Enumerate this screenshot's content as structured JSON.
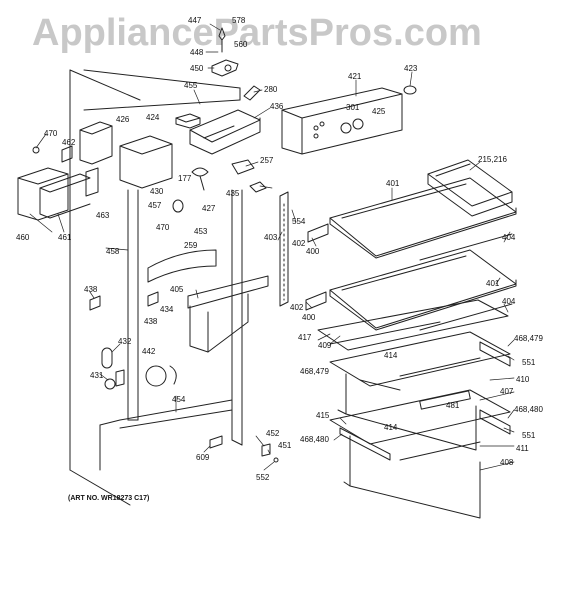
{
  "watermark": "AppliancePartsPros.com",
  "art_number": "(ART NO. WR18273 C17)",
  "callouts": [
    {
      "id": "c447",
      "text": "447"
    },
    {
      "id": "c578",
      "text": "578"
    },
    {
      "id": "c448",
      "text": "448"
    },
    {
      "id": "c560",
      "text": "560"
    },
    {
      "id": "c450",
      "text": "450"
    },
    {
      "id": "c455",
      "text": "455"
    },
    {
      "id": "c280",
      "text": "280"
    },
    {
      "id": "c421",
      "text": "421"
    },
    {
      "id": "c423",
      "text": "423"
    },
    {
      "id": "c436",
      "text": "436"
    },
    {
      "id": "c301",
      "text": "301"
    },
    {
      "id": "c425",
      "text": "425"
    },
    {
      "id": "c424",
      "text": "424"
    },
    {
      "id": "c426",
      "text": "426"
    },
    {
      "id": "c470a",
      "text": "470"
    },
    {
      "id": "c462",
      "text": "462"
    },
    {
      "id": "c257",
      "text": "257"
    },
    {
      "id": "c215216",
      "text": "215,216"
    },
    {
      "id": "c177",
      "text": "177"
    },
    {
      "id": "c430",
      "text": "430"
    },
    {
      "id": "c401a",
      "text": "401"
    },
    {
      "id": "c435",
      "text": "435"
    },
    {
      "id": "c457",
      "text": "457"
    },
    {
      "id": "c427",
      "text": "427"
    },
    {
      "id": "c463",
      "text": "463"
    },
    {
      "id": "c554",
      "text": "554"
    },
    {
      "id": "c460",
      "text": "460"
    },
    {
      "id": "c461",
      "text": "461"
    },
    {
      "id": "c470b",
      "text": "470"
    },
    {
      "id": "c453",
      "text": "453"
    },
    {
      "id": "c403",
      "text": "403"
    },
    {
      "id": "c402a",
      "text": "402"
    },
    {
      "id": "c404a",
      "text": "404"
    },
    {
      "id": "c400a",
      "text": "400"
    },
    {
      "id": "c458",
      "text": "458"
    },
    {
      "id": "c259",
      "text": "259"
    },
    {
      "id": "c401b",
      "text": "401"
    },
    {
      "id": "c438a",
      "text": "438"
    },
    {
      "id": "c405",
      "text": "405"
    },
    {
      "id": "c404b",
      "text": "404"
    },
    {
      "id": "c402b",
      "text": "402"
    },
    {
      "id": "c434",
      "text": "434"
    },
    {
      "id": "c438b",
      "text": "438"
    },
    {
      "id": "c400b",
      "text": "400"
    },
    {
      "id": "c468479a",
      "text": "468,479"
    },
    {
      "id": "c417",
      "text": "417"
    },
    {
      "id": "c409",
      "text": "409"
    },
    {
      "id": "c432",
      "text": "432"
    },
    {
      "id": "c442",
      "text": "442"
    },
    {
      "id": "c414a",
      "text": "414"
    },
    {
      "id": "c551a",
      "text": "551"
    },
    {
      "id": "c468479b",
      "text": "468,479"
    },
    {
      "id": "c431",
      "text": "431"
    },
    {
      "id": "c410",
      "text": "410"
    },
    {
      "id": "c407",
      "text": "407"
    },
    {
      "id": "c454",
      "text": "454"
    },
    {
      "id": "c481",
      "text": "481"
    },
    {
      "id": "c468480a",
      "text": "468,480"
    },
    {
      "id": "c415",
      "text": "415"
    },
    {
      "id": "c414b",
      "text": "414"
    },
    {
      "id": "c452",
      "text": "452"
    },
    {
      "id": "c551b",
      "text": "551"
    },
    {
      "id": "c451",
      "text": "451"
    },
    {
      "id": "c468480b",
      "text": "468,480"
    },
    {
      "id": "c411",
      "text": "411"
    },
    {
      "id": "c609",
      "text": "609"
    },
    {
      "id": "c408",
      "text": "408"
    },
    {
      "id": "c552",
      "text": "552"
    }
  ]
}
